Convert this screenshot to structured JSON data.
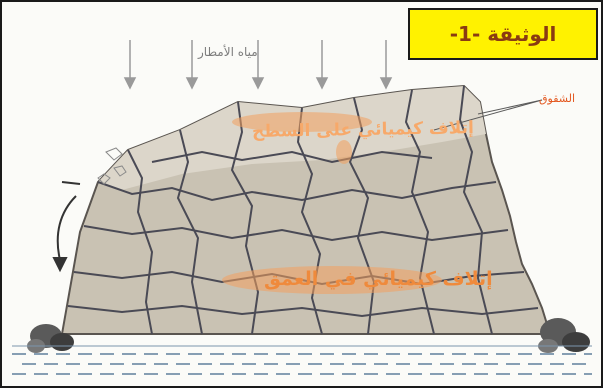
{
  "document": {
    "title": "الوثيقة -1-",
    "labels": {
      "rainwater": "مياه الأمطار",
      "cracks": "الشقوق",
      "surface_dissolution": "إتلاف كيميائي على السطح",
      "depth_dissolution": "إتلاف كيميائي في العمق"
    }
  },
  "colors": {
    "title_bg": "#fff200",
    "title_text": "#8a3b12",
    "rock_fill": "#c9c2b3",
    "crack_lines": "#4a4a55",
    "label_orange": "#ef8a3c",
    "water": "#5f7f9c"
  }
}
